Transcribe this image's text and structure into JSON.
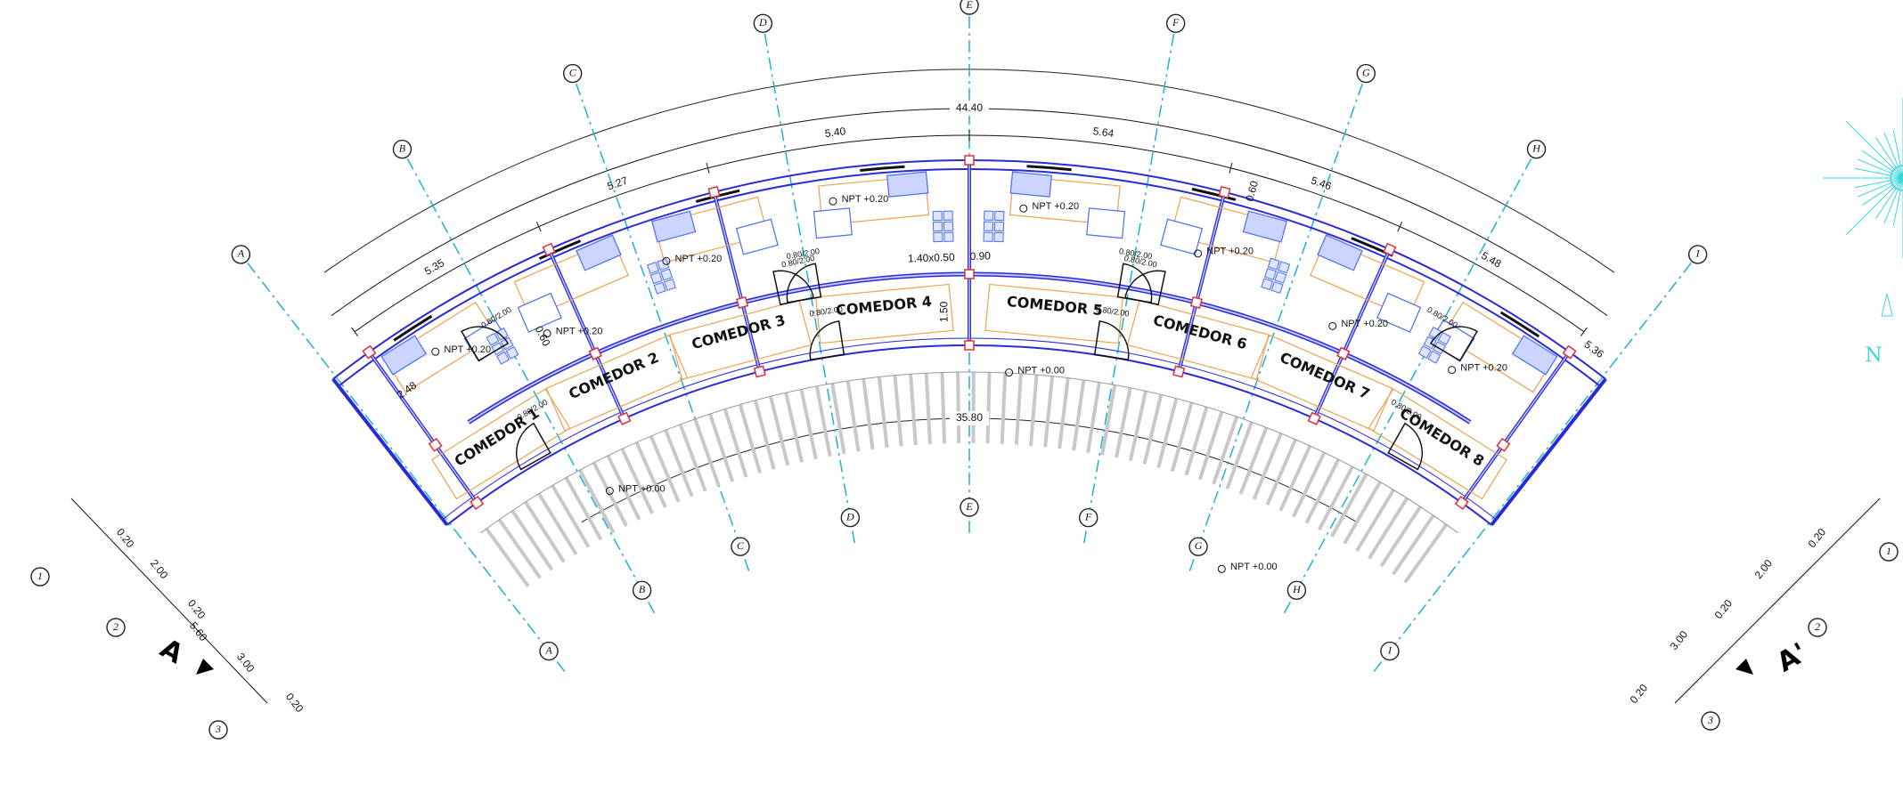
{
  "drawing": {
    "rooms": [
      "COMEDOR 1",
      "COMEDOR 2",
      "COMEDOR 3",
      "COMEDOR 4",
      "COMEDOR 5",
      "COMEDOR 6",
      "COMEDOR 7",
      "COMEDOR 8"
    ],
    "grid_axes_outer": [
      "A",
      "B",
      "C",
      "D",
      "E",
      "F",
      "G",
      "H",
      "I"
    ],
    "grid_axes_inner": [
      "A",
      "B",
      "C",
      "D",
      "E",
      "F",
      "G",
      "H",
      "I"
    ],
    "grid_axes_corner": [
      "1",
      "2",
      "3",
      "1",
      "2",
      "3"
    ],
    "top_segment_dims": [
      "5.35",
      "5.27",
      "5.40",
      "5.64",
      "5.46",
      "5.48",
      "5.36"
    ],
    "outer_arc_dim": "44.40",
    "inner_arc_dim": "35.80",
    "door_label": "0.80/2.00",
    "window_label": "1.40x0.50",
    "window_label_2": "0.90",
    "dim_150": "1.50",
    "dim_060": "0.60",
    "dim_248": "2.48",
    "side_dims": [
      "0.20",
      "2.00",
      "0.20",
      "5.60",
      "3.00",
      "0.20"
    ],
    "right_side_dims": [
      "0.20",
      "2.00",
      "0.20",
      "3.00",
      "0.20"
    ],
    "npt_upper": "NPT +0.20",
    "npt_lower": "NPT +0.00",
    "section_left": "A",
    "section_right": "A'",
    "compass_letter": "N"
  },
  "colors": {
    "wall": "#2a2ad6",
    "wall_fill": "#bfc8ff",
    "furniture": "#4a6cf0",
    "counter": "#f0a050",
    "axis": "#1fb0d8",
    "column": "#e03040",
    "stair": "#c8c8c8",
    "compass": "#36d6e0",
    "window": "#20d0a0"
  }
}
